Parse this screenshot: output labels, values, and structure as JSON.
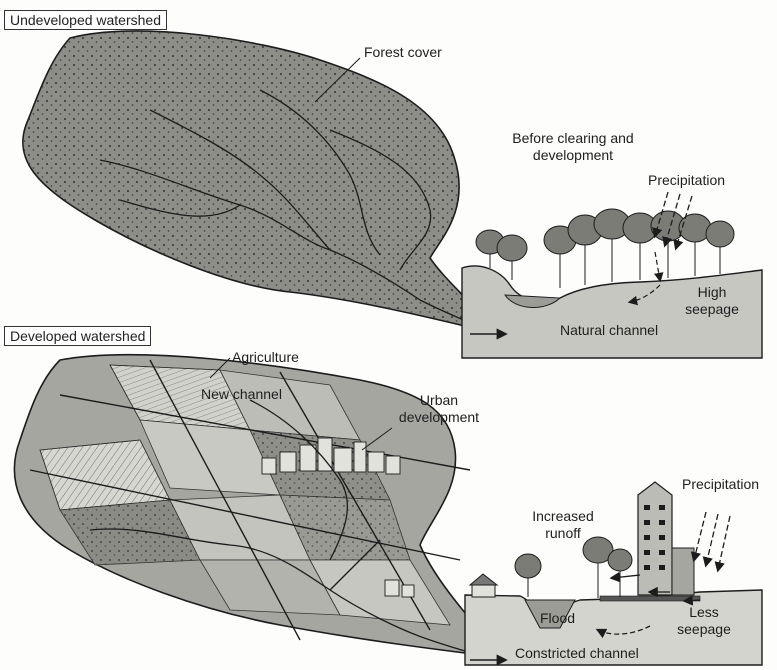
{
  "panels": {
    "undeveloped": {
      "title": "Undeveloped watershed",
      "labels": {
        "forest_cover": "Forest cover",
        "before_clearing": "Before clearing and development",
        "precipitation": "Precipitation",
        "high_seepage": "High seepage",
        "natural_channel": "Natural channel"
      }
    },
    "developed": {
      "title": "Developed watershed",
      "labels": {
        "agriculture": "Agriculture",
        "new_channel": "New channel",
        "urban_development": "Urban development",
        "precipitation": "Precipitation",
        "increased_runoff": "Increased runoff",
        "flood": "Flood",
        "less_seepage": "Less seepage",
        "constricted_channel": "Constricted channel"
      }
    }
  },
  "colors": {
    "land_dark": "#8a8a86",
    "land_mid": "#a9a9a4",
    "land_light": "#c9c9c4",
    "soil": "#d4d4cf",
    "line": "#1c1c1c"
  }
}
